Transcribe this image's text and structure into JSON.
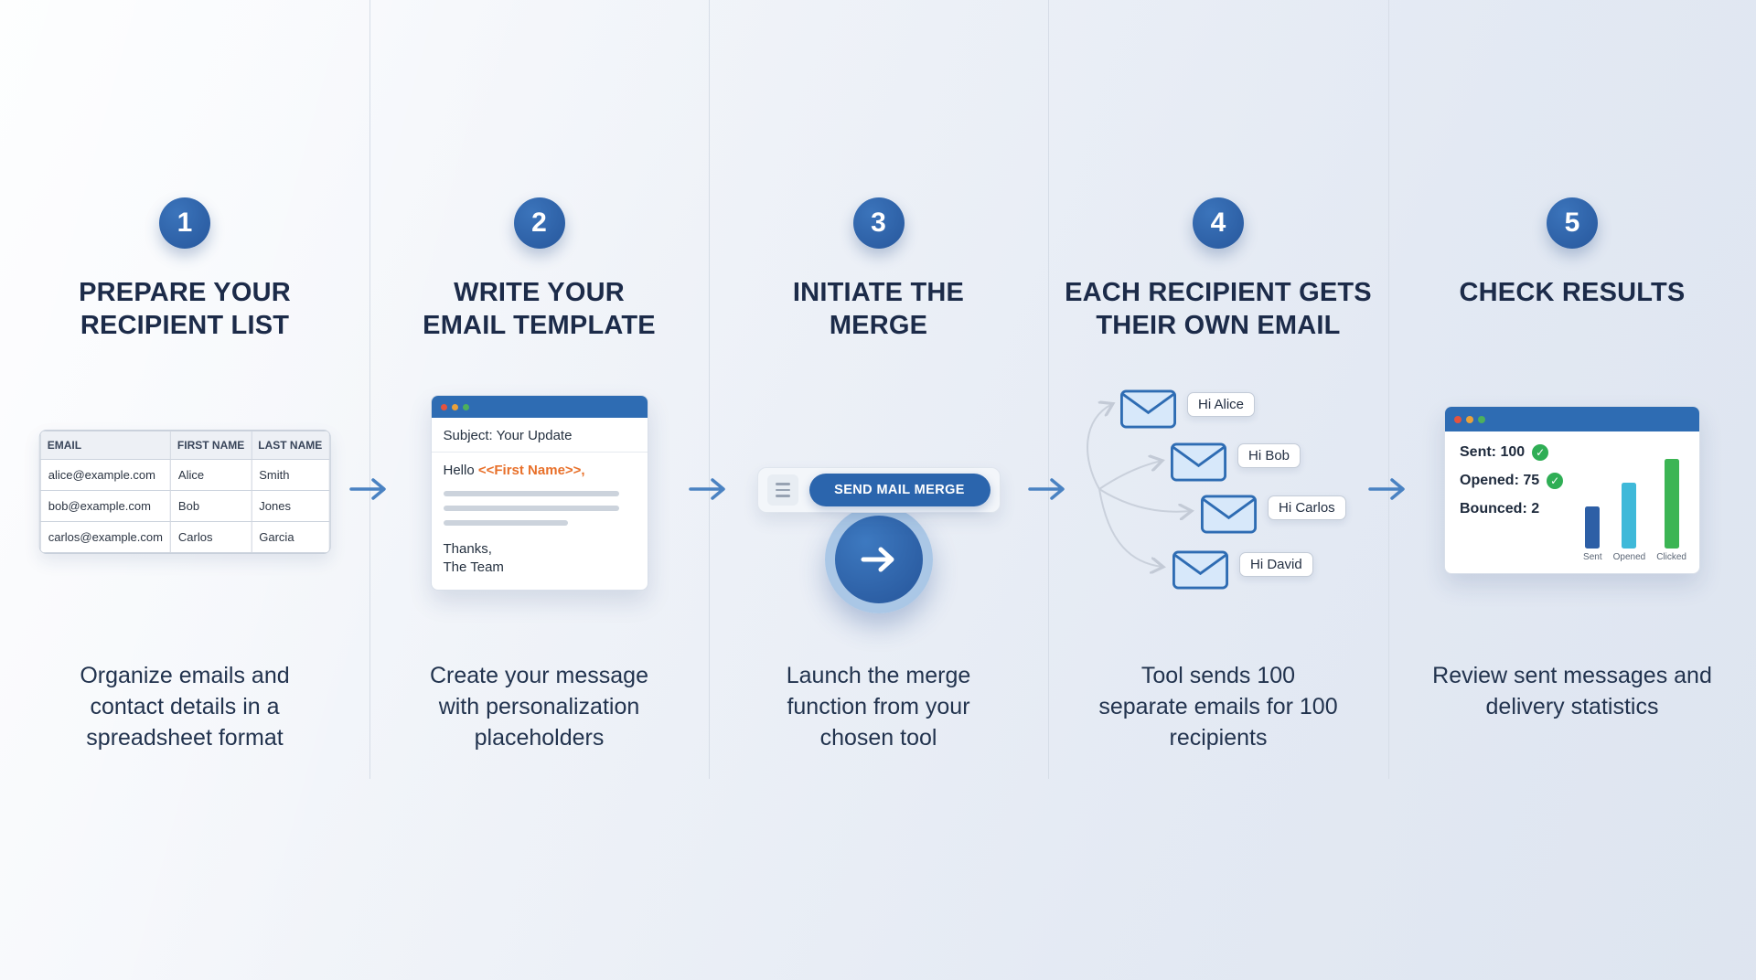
{
  "steps": [
    {
      "number": "1",
      "title": "PREPARE YOUR RECIPIENT LIST",
      "caption": "Organize emails and contact details in a spreadsheet format"
    },
    {
      "number": "2",
      "title": "WRITE YOUR EMAIL TEMPLATE",
      "caption": "Create your message with personalization placeholders"
    },
    {
      "number": "3",
      "title": "INITIATE THE MERGE",
      "caption": "Launch the merge function from your chosen tool"
    },
    {
      "number": "4",
      "title": "EACH RECIPIENT GETS THEIR OWN EMAIL",
      "caption": "Tool sends 100 separate emails for 100 recipients"
    },
    {
      "number": "5",
      "title": "CHECK RESULTS",
      "caption": "Review sent messages and delivery statistics"
    }
  ],
  "recipient_table": {
    "headers": [
      "EMAIL",
      "FIRST NAME",
      "LAST NAME"
    ],
    "rows": [
      {
        "email": "alice@example.com",
        "first": "Alice",
        "last": "Smith"
      },
      {
        "email": "bob@example.com",
        "first": "Bob",
        "last": "Jones"
      },
      {
        "email": "carlos@example.com",
        "first": "Carlos",
        "last": "Garcia"
      }
    ]
  },
  "email_template": {
    "subject": "Subject: Your Update",
    "greeting_prefix": "Hello ",
    "placeholder": "<<First Name>>,",
    "closing_line1": "Thanks,",
    "closing_line2": "The Team"
  },
  "merge": {
    "button_label": "SEND MAIL MERGE"
  },
  "recipients": [
    "Hi Alice",
    "Hi Bob",
    "Hi Carlos",
    "Hi David"
  ],
  "results": {
    "stats": [
      {
        "label": "Sent: 100",
        "checked": true
      },
      {
        "label": "Opened: 75",
        "checked": true
      },
      {
        "label": "Bounced: 2",
        "checked": false
      }
    ]
  },
  "chart_data": {
    "type": "bar",
    "categories": [
      "Sent",
      "Opened",
      "Clicked"
    ],
    "stats_shown": {
      "sent": 100,
      "opened": 75,
      "bounced": 2
    },
    "bar_heights_relative": [
      46,
      72,
      98
    ],
    "colors": [
      "#2d5fa6",
      "#3fb9d9",
      "#3cb554"
    ],
    "title": "",
    "xlabel": "",
    "ylabel": ""
  },
  "colors": {
    "accent_blue": "#2e6cb3",
    "dark_navy": "#1c2b49",
    "orange_placeholder": "#e8702a",
    "check_green": "#2fae55",
    "arrow_blue": "#4a82c2"
  }
}
